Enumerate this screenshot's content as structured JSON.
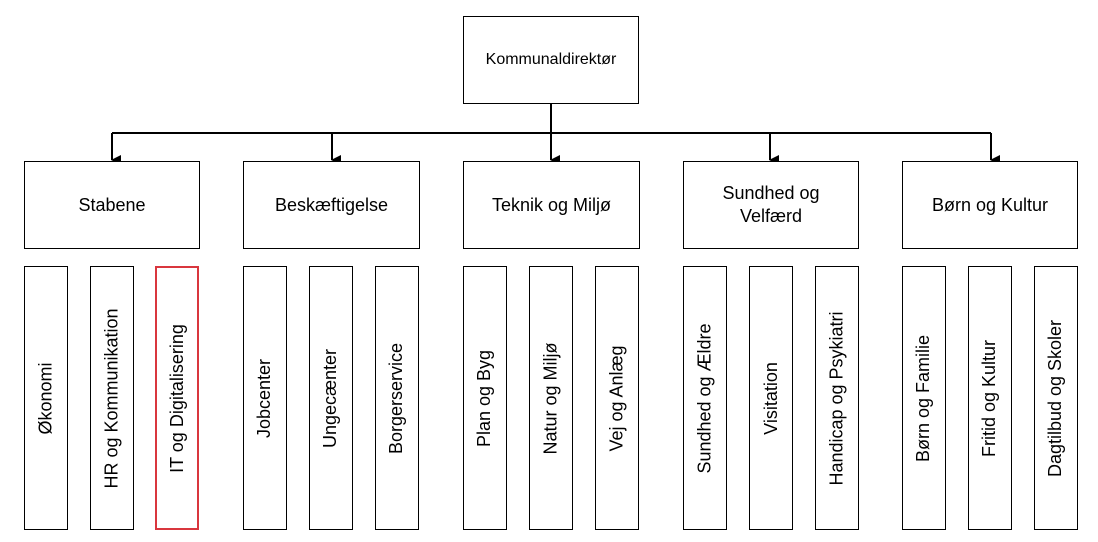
{
  "top": {
    "label": "Kommunaldirektør"
  },
  "departments": [
    {
      "label": "Stabene",
      "units": [
        "Økonomi",
        "HR og Kommunikation",
        "IT og Digitalisering"
      ]
    },
    {
      "label": "Beskæftigelse",
      "units": [
        "Jobcenter",
        "Ungecænter",
        "Borgerservice"
      ]
    },
    {
      "label": "Teknik og Miljø",
      "units": [
        "Plan og Byg",
        "Natur og Miljø",
        "Vej og Anlæg"
      ]
    },
    {
      "label": "Sundhed og Velfærd",
      "units": [
        "Sundhed og Ældre",
        "Visitation",
        "Handicap og Psykiatri"
      ]
    },
    {
      "label": "Børn og Kultur",
      "units": [
        "Børn og Familie",
        "Fritid og Kultur",
        "Dagtilbud og Skoler"
      ]
    }
  ],
  "highlight_color": "#d9363e",
  "highlighted_unit": "IT og Digitalisering"
}
